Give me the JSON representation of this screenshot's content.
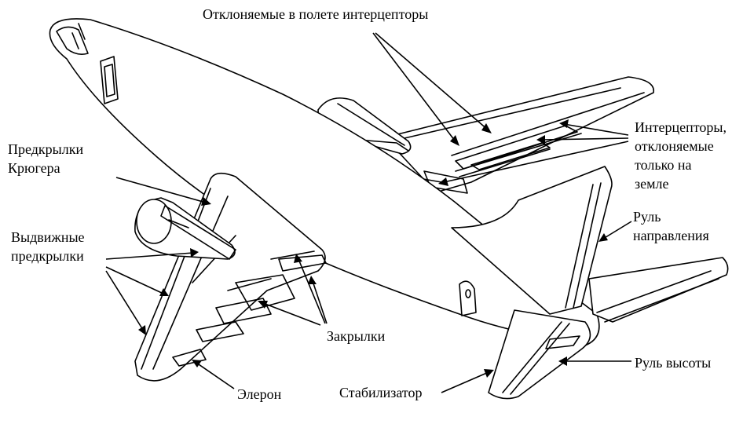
{
  "labels": {
    "in_flight_spoilers": "Отклоняемые в полете интерцепторы",
    "ground_spoilers": [
      "Интерцепторы,",
      "отклоняемые",
      "только на",
      "земле"
    ],
    "krueger_flaps": [
      "Предкрылки",
      "Крюгера"
    ],
    "slats": [
      "Выдвижные",
      "предкрылки"
    ],
    "rudder": [
      "Руль",
      "направления"
    ],
    "flaps": "Закрылки",
    "aileron": "Элерон",
    "stabilizer": "Стабилизатор",
    "elevator": "Руль высоты"
  }
}
